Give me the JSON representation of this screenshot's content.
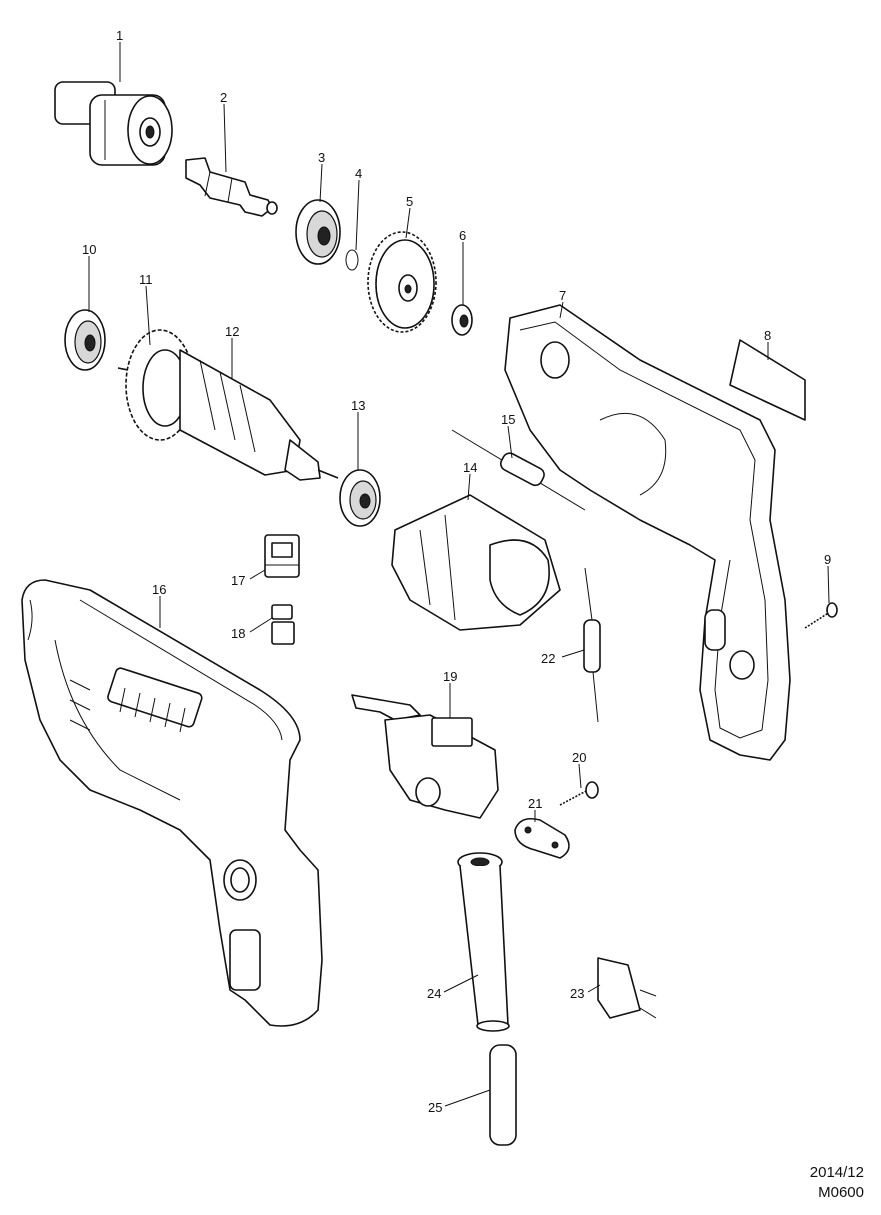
{
  "parts": [
    {
      "num": "1"
    },
    {
      "num": "2"
    },
    {
      "num": "3"
    },
    {
      "num": "4"
    },
    {
      "num": "5"
    },
    {
      "num": "6"
    },
    {
      "num": "7"
    },
    {
      "num": "8"
    },
    {
      "num": "9"
    },
    {
      "num": "10"
    },
    {
      "num": "11"
    },
    {
      "num": "12"
    },
    {
      "num": "13"
    },
    {
      "num": "14"
    },
    {
      "num": "15"
    },
    {
      "num": "16"
    },
    {
      "num": "17"
    },
    {
      "num": "18"
    },
    {
      "num": "19"
    },
    {
      "num": "20"
    },
    {
      "num": "21"
    },
    {
      "num": "22"
    },
    {
      "num": "23"
    },
    {
      "num": "24"
    },
    {
      "num": "25"
    }
  ],
  "footer": {
    "date": "2014/12",
    "code": "M0600"
  }
}
